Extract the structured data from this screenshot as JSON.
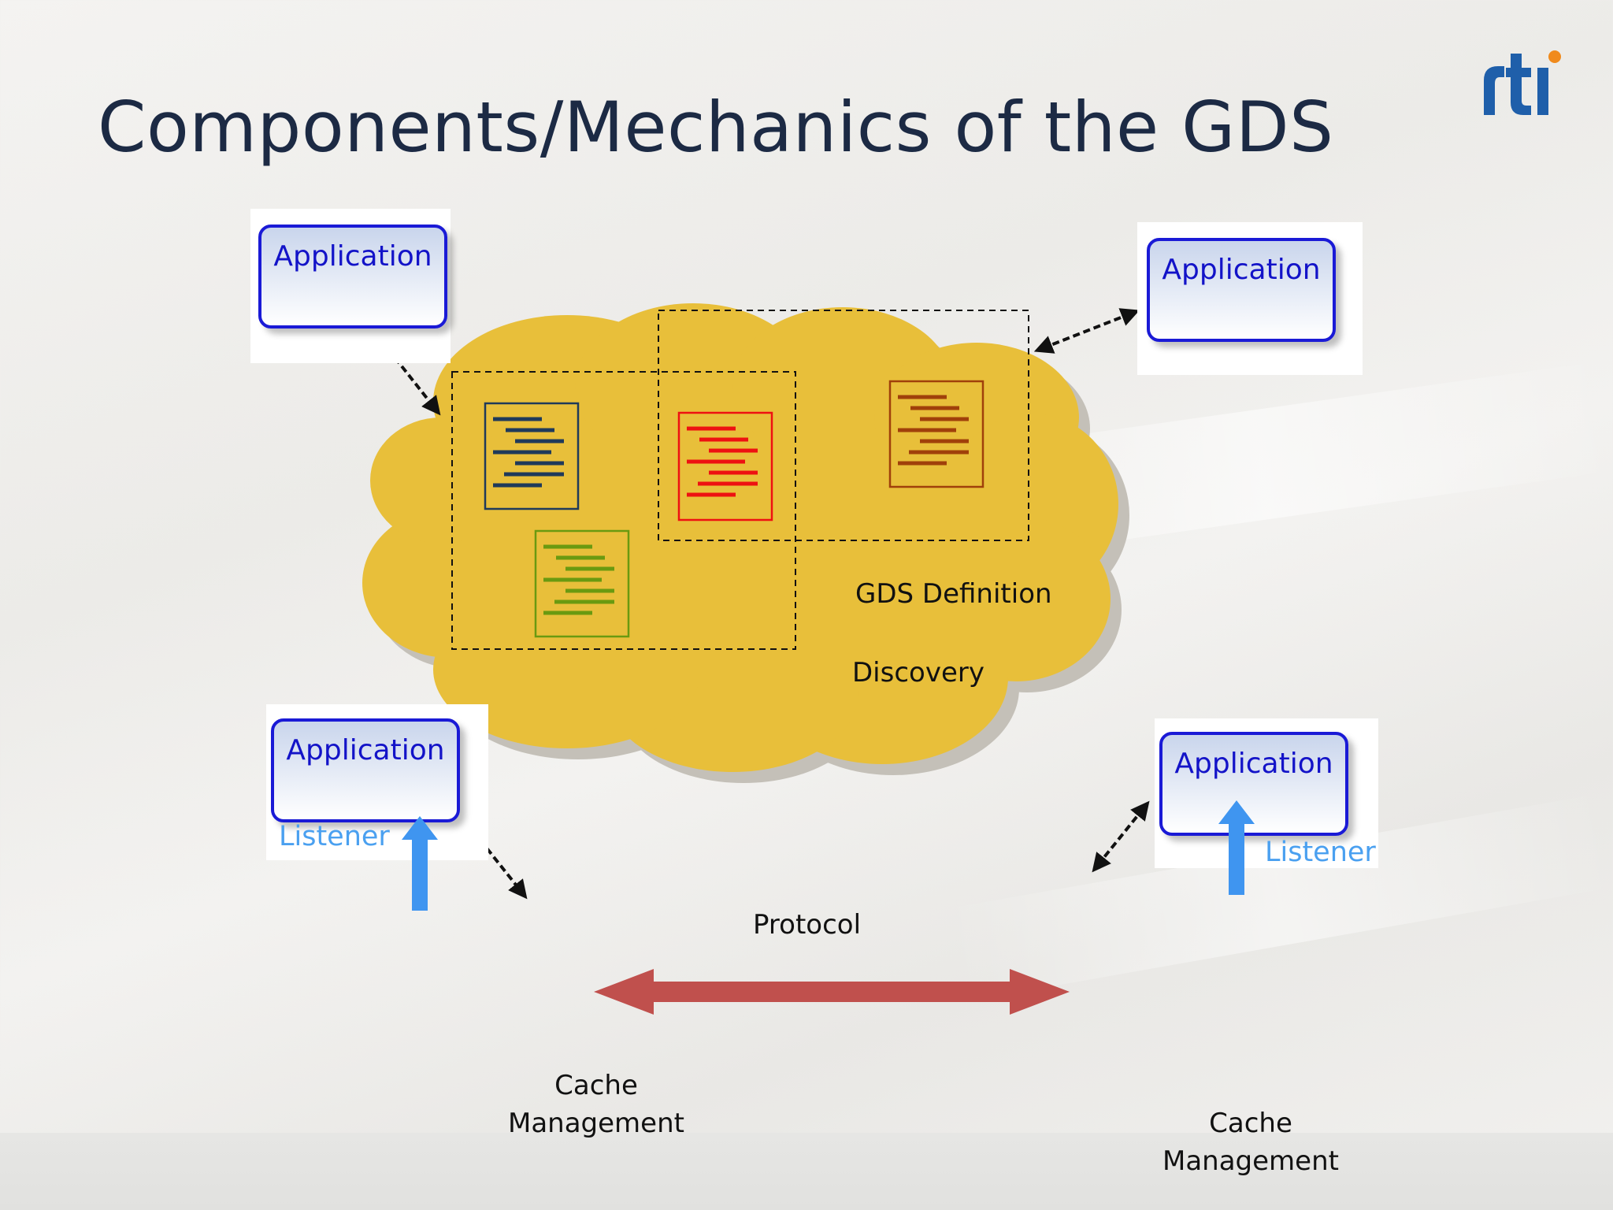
{
  "slide": {
    "title": "Components/Mechanics of the GDS",
    "logo_text": "rti"
  },
  "applications": [
    {
      "label": "Application"
    },
    {
      "label": "Application"
    },
    {
      "label": "Application",
      "listener": "Listener"
    },
    {
      "label": "Application",
      "listener": "Listener"
    }
  ],
  "cloud": {
    "gds_definition": "GDS Definition",
    "discovery": "Discovery"
  },
  "protocol": {
    "label": "Protocol"
  },
  "cache": [
    {
      "line1": "Cache",
      "line2": "Management"
    },
    {
      "line1": "Cache",
      "line2": "Management"
    }
  ],
  "colors": {
    "title": "#1c2a44",
    "cloud_fill": "#e8bf3a",
    "app_border": "#1a1ad6",
    "app_text": "#1313c8",
    "listener_text": "#4aa0f0",
    "listener_arrow": "#3f95f0",
    "protocol_arrow": "#c0504d",
    "doc_navy": "#1f3a5a",
    "doc_red": "#ee1111",
    "doc_brown": "#a0400a",
    "doc_green": "#6a9a10",
    "logo_blue": "#1f5faa",
    "logo_orange": "#f08a1c"
  },
  "icons": [
    "document-icon",
    "document-icon",
    "document-icon",
    "document-icon",
    "arrow-up-icon",
    "double-arrow-icon"
  ]
}
